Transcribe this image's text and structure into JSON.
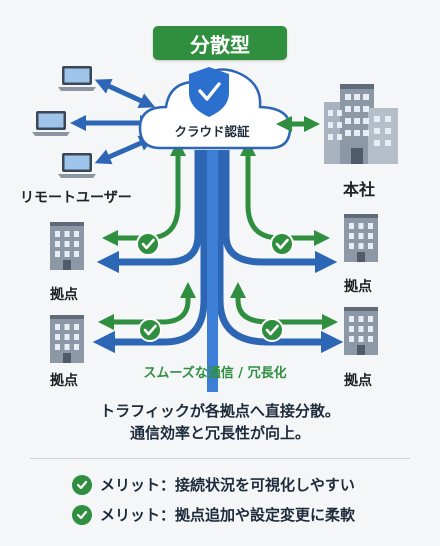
{
  "title": "分散型",
  "cloud_label": "クラウド認証",
  "remote_users_label": "リモートユーザー",
  "hq_label": "本社",
  "branches": [
    "拠点",
    "拠点",
    "拠点",
    "拠点"
  ],
  "flow_label": "スムーズな通信 / 冗長化",
  "note_lines": [
    "トラフィックが各拠点へ直接分散。",
    "通信効率と冗長性が向上。"
  ],
  "merits": [
    "メリット：接続状況を可視化しやすい",
    "メリット：拠点追加や設定変更に柔軟"
  ],
  "colors": {
    "green": "#2f8f3f",
    "blue": "#2e66b6",
    "accent_blue": "#3d7fd6",
    "shield": "#2b6fcf"
  },
  "icons": {
    "shield": "shield-check-icon",
    "laptop": "laptop-icon",
    "building": "building-icon",
    "check": "check-circle-icon"
  }
}
